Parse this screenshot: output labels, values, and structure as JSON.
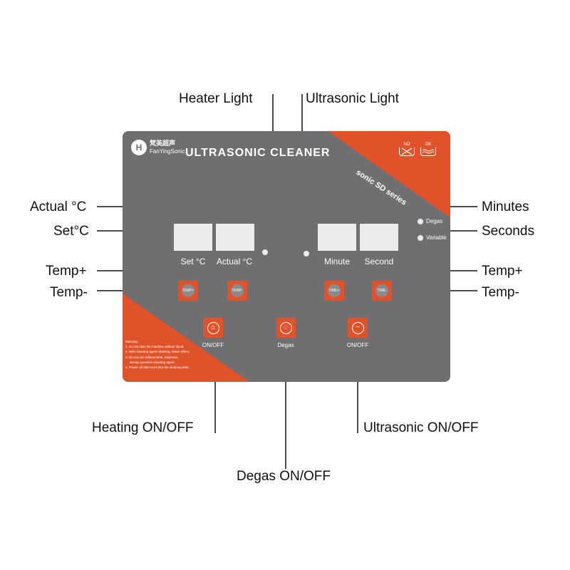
{
  "callouts": {
    "heater_light": "Heater Light",
    "ultrasonic_light": "Ultrasonic Light",
    "actual_c": "Actual °C",
    "set_c": "Set°C",
    "minutes": "Minutes",
    "seconds": "Seconds",
    "temp_plus_left": "Temp+",
    "temp_minus_left": "Temp-",
    "temp_plus_right": "Temp+",
    "temp_minus_right": "Temp-",
    "heating_onoff": "Heating ON/OFF",
    "ultrasonic_onoff": "Ultrasonic ON/OFF",
    "degas_onoff": "Degas ON/OFF"
  },
  "panel": {
    "brand_cn": "梵英超声",
    "brand_en": "FanYingSonic",
    "title": "ULTRASONIC CLEANER",
    "series": "sonic SD series",
    "wash_no": "NO",
    "wash_ok": "OK",
    "displays": {
      "set_label": "Set °C",
      "actual_label": "Actual °C",
      "minute_label": "Minute",
      "second_label": "Second"
    },
    "modes": {
      "degas": "Degas",
      "variable": "Variable"
    },
    "buttons": {
      "temp_plus": "TEMP+",
      "temp_minus": "TEMP-",
      "time_plus": "TIME+",
      "time_minus": "TIME-",
      "heat_label": "ON/OFF",
      "degas_label": "Degas",
      "sonic_label": "ON/OFF"
    },
    "warning": {
      "title": "Warning:",
      "line1": "1. Do not start the machine without liquid;",
      "line2": "2. With cleaning agent cleaning, better effect;",
      "line3": "3. Do not use inflammable, explosive,",
      "line4": "strong corrosive cleaning agent;",
      "line5": "4. Power off after work.Dry the cleaning tank."
    }
  },
  "colors": {
    "panel": "#6f6f71",
    "accent": "#e0522a",
    "display": "#ececec"
  }
}
